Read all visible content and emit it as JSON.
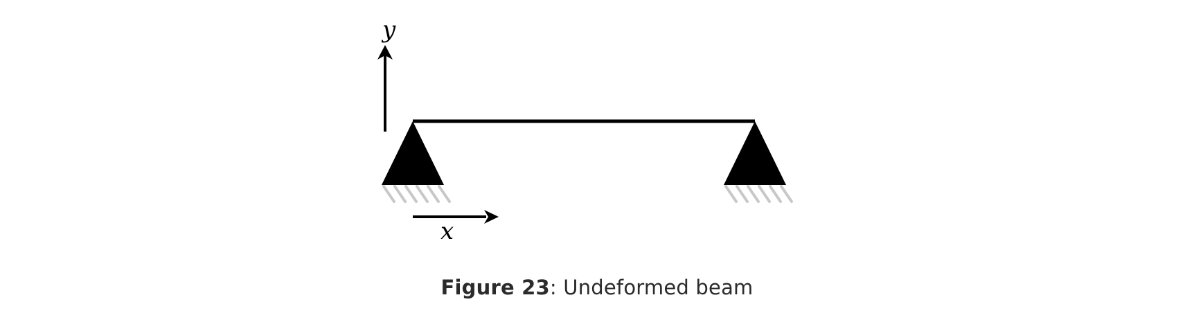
{
  "diagram": {
    "labels": {
      "y_axis": "y",
      "x_axis": "x"
    },
    "colors": {
      "stroke": "#000000",
      "ground_hatch": "#c8c8c8",
      "caption_text": "#2b2b2b"
    },
    "icons": [
      "y-axis-arrow-icon",
      "x-axis-arrow-icon",
      "pin-support-icon",
      "ground-hatch-icon"
    ]
  },
  "caption": {
    "figure_number": "Figure 23",
    "separator": ": ",
    "text": "Undeformed beam"
  }
}
